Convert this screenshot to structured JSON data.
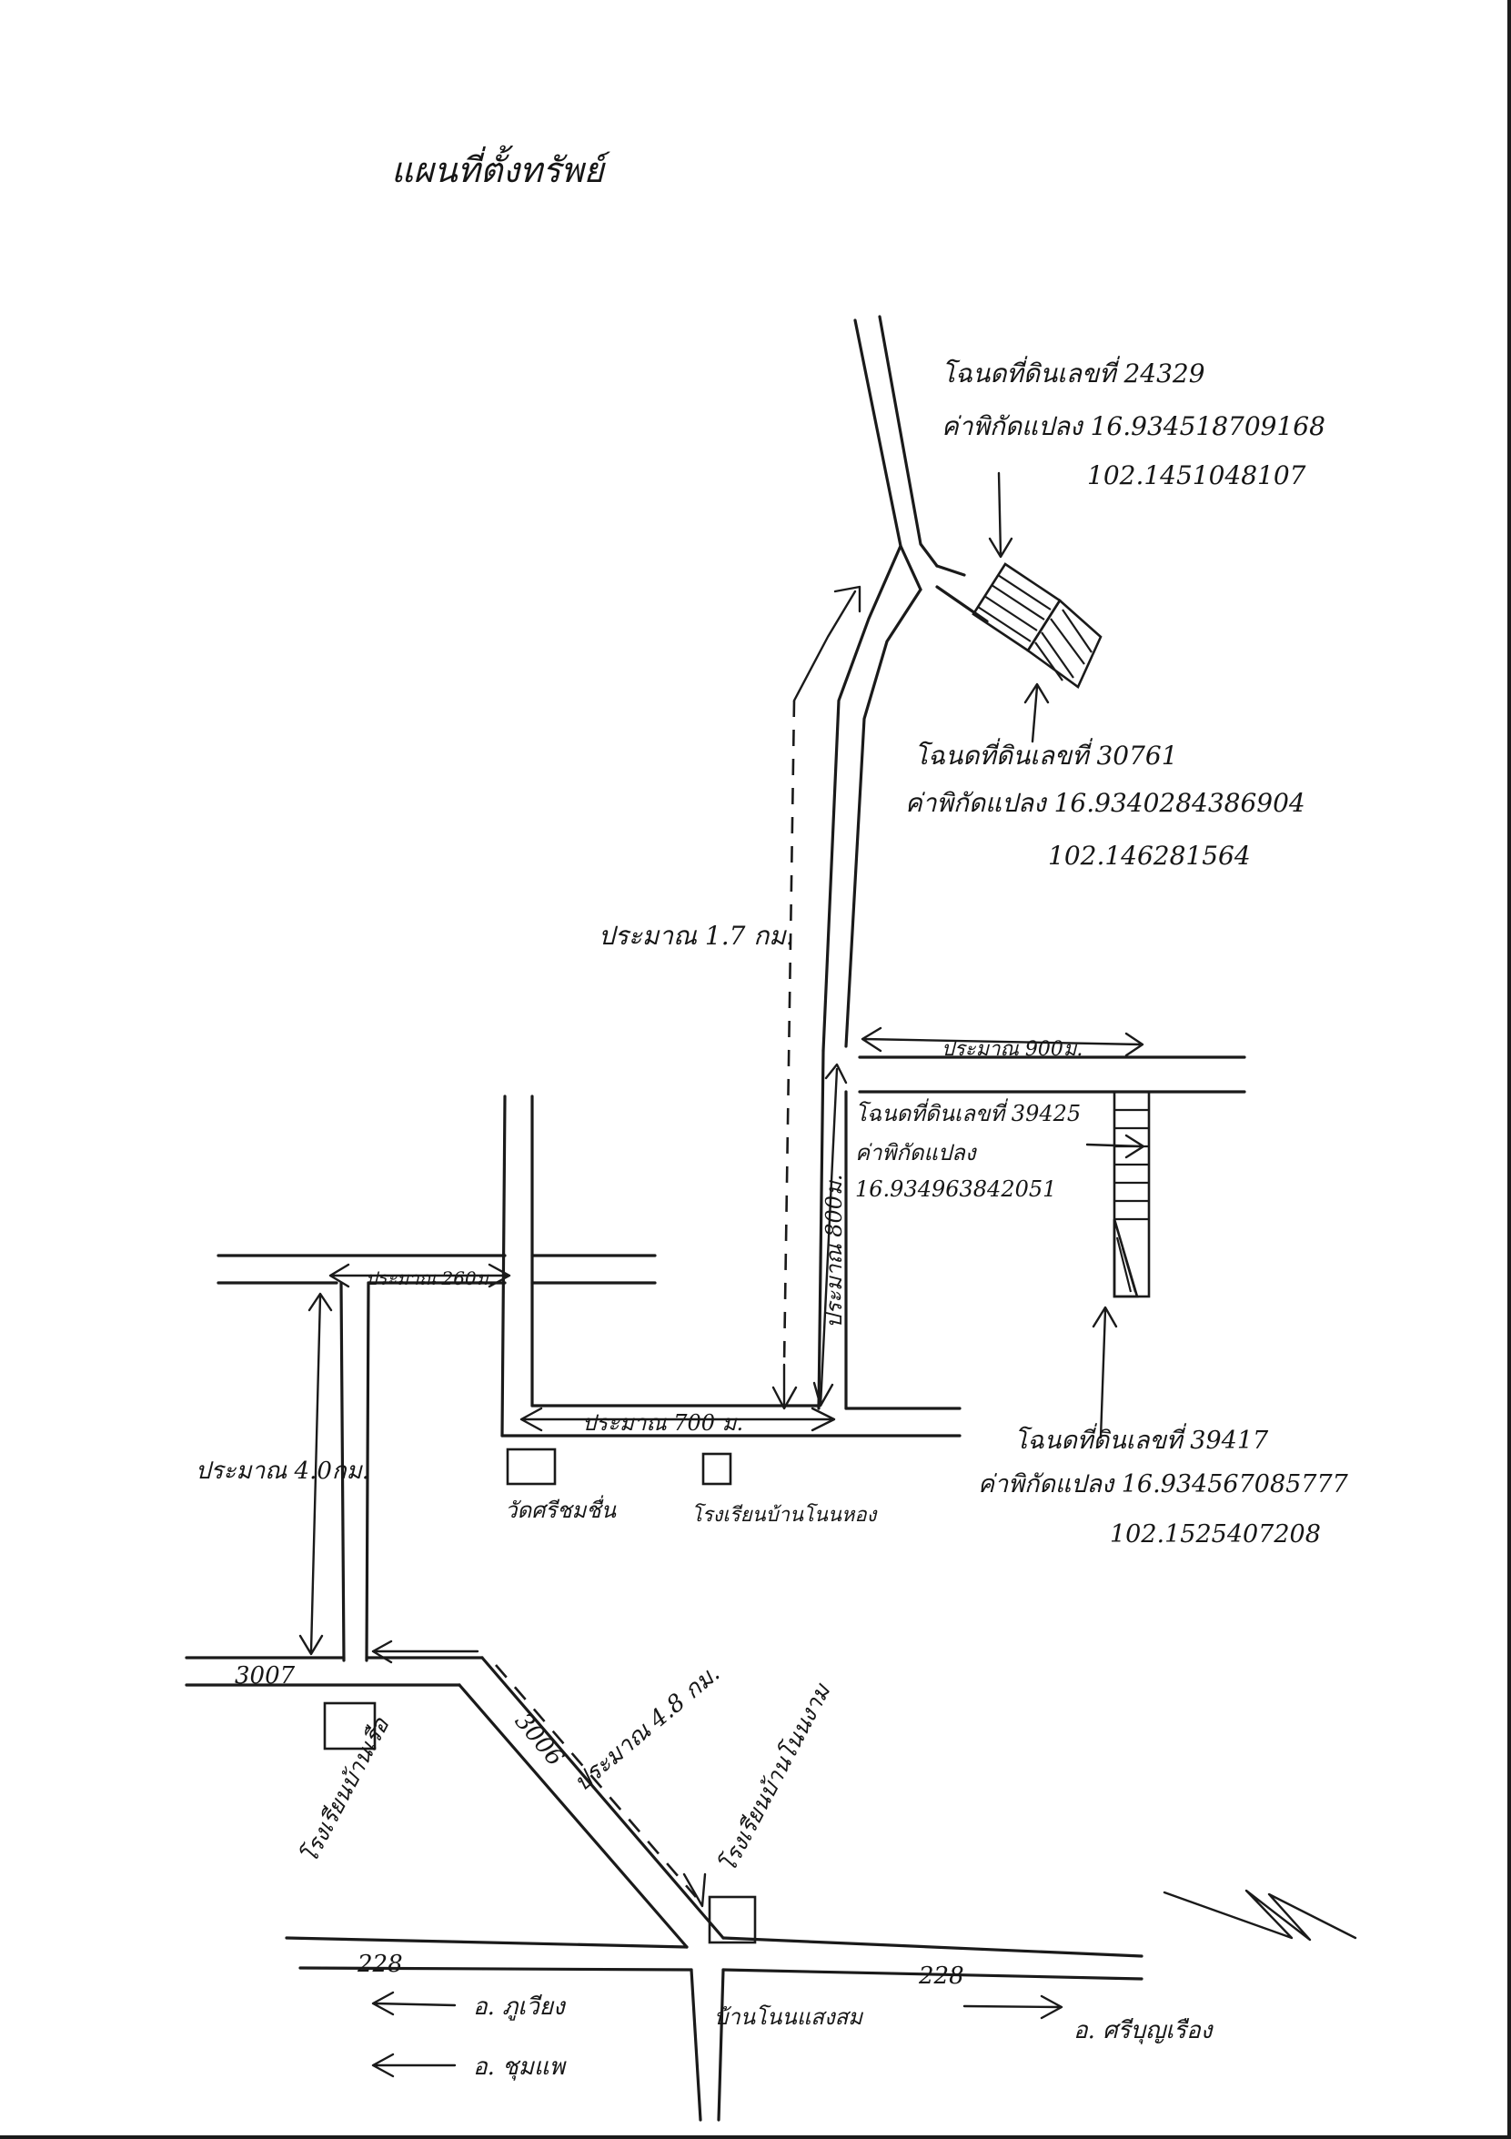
{
  "title": "แผนที่ตั้งทรัพย์",
  "plots": [
    {
      "deed_label": "โฉนดที่ดินเลขที่ 24329",
      "coord_label": "ค่าพิกัดแปลง 16.934518709168",
      "coord_lon": "102.1451048107"
    },
    {
      "deed_label": "โฉนดที่ดินเลขที่ 30761",
      "coord_label": "ค่าพิกัดแปลง 16.9340284386904",
      "coord_lon": "102.146281564"
    },
    {
      "deed_label": "โฉนดที่ดินเลขที่ 39425",
      "coord_label": "ค่าพิกัดแปลง",
      "coord_lat": "16.934963842051"
    },
    {
      "deed_label": "โฉนดที่ดินเลขที่ 39417",
      "coord_label": "ค่าพิกัดแปลง 16.934567085777",
      "coord_lon": "102.1525407208"
    }
  ],
  "distances": {
    "d_1_7km": "ประมาณ 1.7 กม.",
    "d_900m": "ประมาณ 900ม.",
    "d_800m": "ประมาณ 800ม.",
    "d_700m": "ประมาณ 700 ม.",
    "d_260m": "ประมาณ 260ม.",
    "d_4_0km": "ประมาณ 4.0กม.",
    "d_4_8km": "ประมาณ 4.8 กม."
  },
  "landmarks": {
    "wat": "วัดศรีชมชื่น",
    "school_ban_nong": "โรงเรียนบ้านโนนหอง",
    "school_ban_ruea": "โรงเรียนบ้านเรือ",
    "school_ban_nonngam": "โรงเรียนบ้านโนนงาม"
  },
  "roads": {
    "route_3007": "3007",
    "route_3006": "3006",
    "route_228_left": "228",
    "route_228_right": "228"
  },
  "destinations": {
    "amphoe_phuwiang": "อ. ภูเวียง",
    "amphoe_chumphae": "อ. ชุมแพ",
    "ban_nonsaeng": "บ้านโนนแสงสม",
    "amphoe_sinuan": "อ. ศรีบุญเรือง"
  },
  "north_symbol": "north-arrow-icon"
}
